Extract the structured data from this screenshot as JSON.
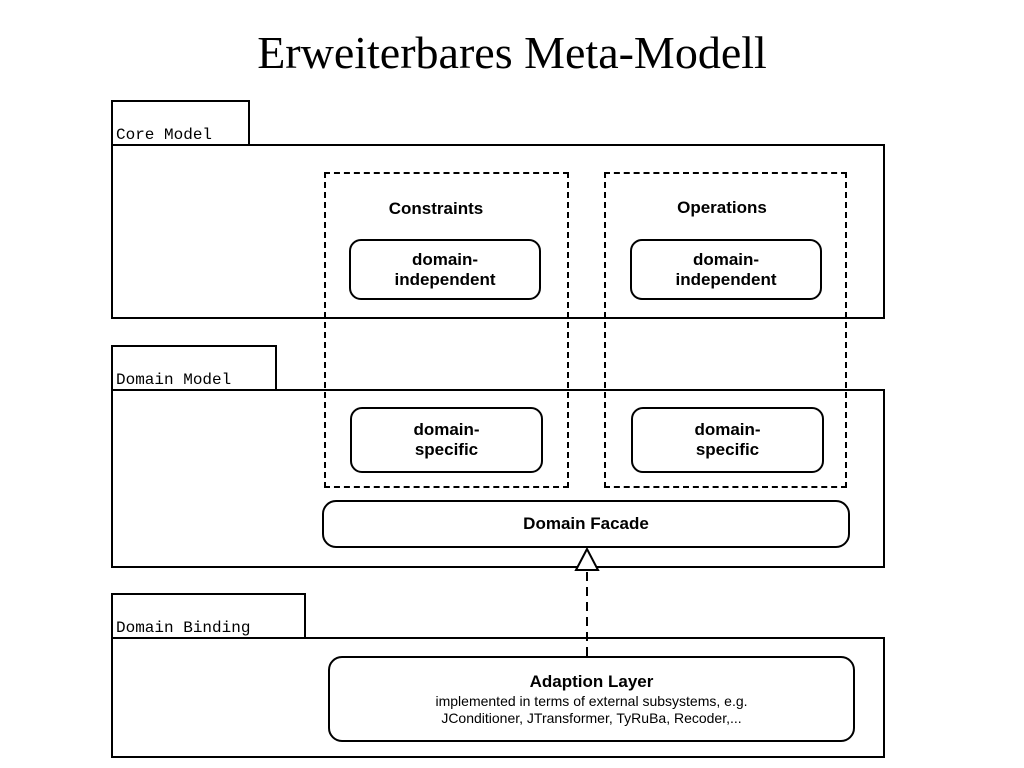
{
  "title": "Erweiterbares Meta-Modell",
  "packages": {
    "core": "Core Model",
    "domain": "Domain Model",
    "binding": "Domain Binding"
  },
  "columns": {
    "constraints": {
      "heading": "Constraints",
      "independent": "domain-\nindependent",
      "specific": "domain-\nspecific"
    },
    "operations": {
      "heading": "Operations",
      "independent": "domain-\nindependent",
      "specific": "domain-\nspecific"
    }
  },
  "facade": "Domain Facade",
  "adaption": {
    "title": "Adaption Layer",
    "description": "implemented in terms of external subsystems, e.g.\nJConditioner, JTransformer, TyRuBa, Recoder,..."
  }
}
